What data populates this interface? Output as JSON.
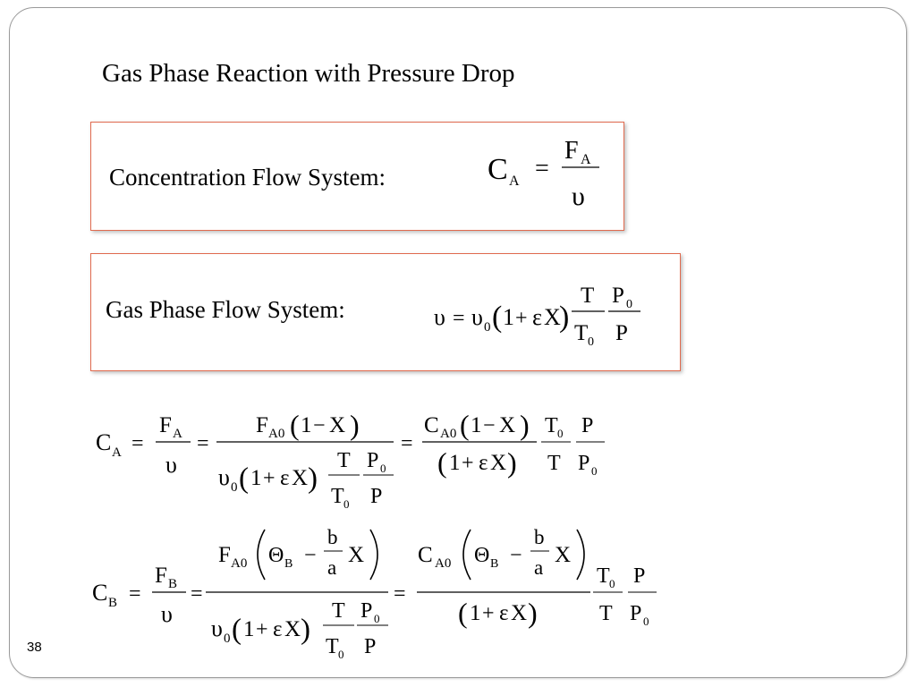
{
  "slide": {
    "title": "Gas Phase Reaction with Pressure Drop",
    "number": "38"
  },
  "boxes": {
    "concentration": {
      "label": "Concentration Flow System:"
    },
    "gas_phase": {
      "label": "Gas Phase Flow System:"
    }
  },
  "symbols": {
    "C": "C",
    "F": "F",
    "T": "T",
    "P": "P",
    "X": "X",
    "upsilon": "υ",
    "epsilon": "ε",
    "theta": "Θ",
    "b": "b",
    "a": "a",
    "one": "1",
    "eq": "=",
    "plus": "+",
    "minus": "−",
    "lparen": "(",
    "rparen": ")",
    "sub_A": "A",
    "sub_B": "B",
    "sub_0": "0",
    "sub_A0": "A0"
  },
  "colors": {
    "box_border": "#e06a4e",
    "slide_border": "#9a9a9a"
  }
}
